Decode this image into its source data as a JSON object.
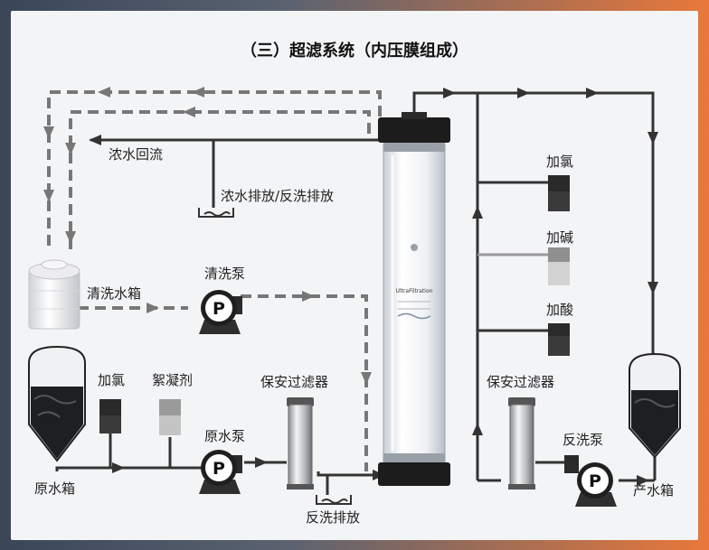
{
  "title": "（三）超滤系统（内压膜组成）",
  "labels": {
    "concentrate_return": "浓水回流",
    "concentrate_drain": "浓水排放/反洗排放",
    "cleaning_tank": "清洗水箱",
    "cleaning_pump": "清洗泵",
    "raw_tank": "原水箱",
    "chlorine_left": "加氯",
    "flocculant": "絮凝剂",
    "raw_pump": "原水泵",
    "security_filter_left": "保安过滤器",
    "backwash_drain": "反洗排放",
    "chlorine_right": "加氯",
    "alkali": "加碱",
    "acid": "加酸",
    "security_filter_right": "保安过滤器",
    "backwash_pump": "反洗泵",
    "product_tank": "产水箱"
  },
  "pump_symbol": "P",
  "membrane_label": "UltraFiltration"
}
